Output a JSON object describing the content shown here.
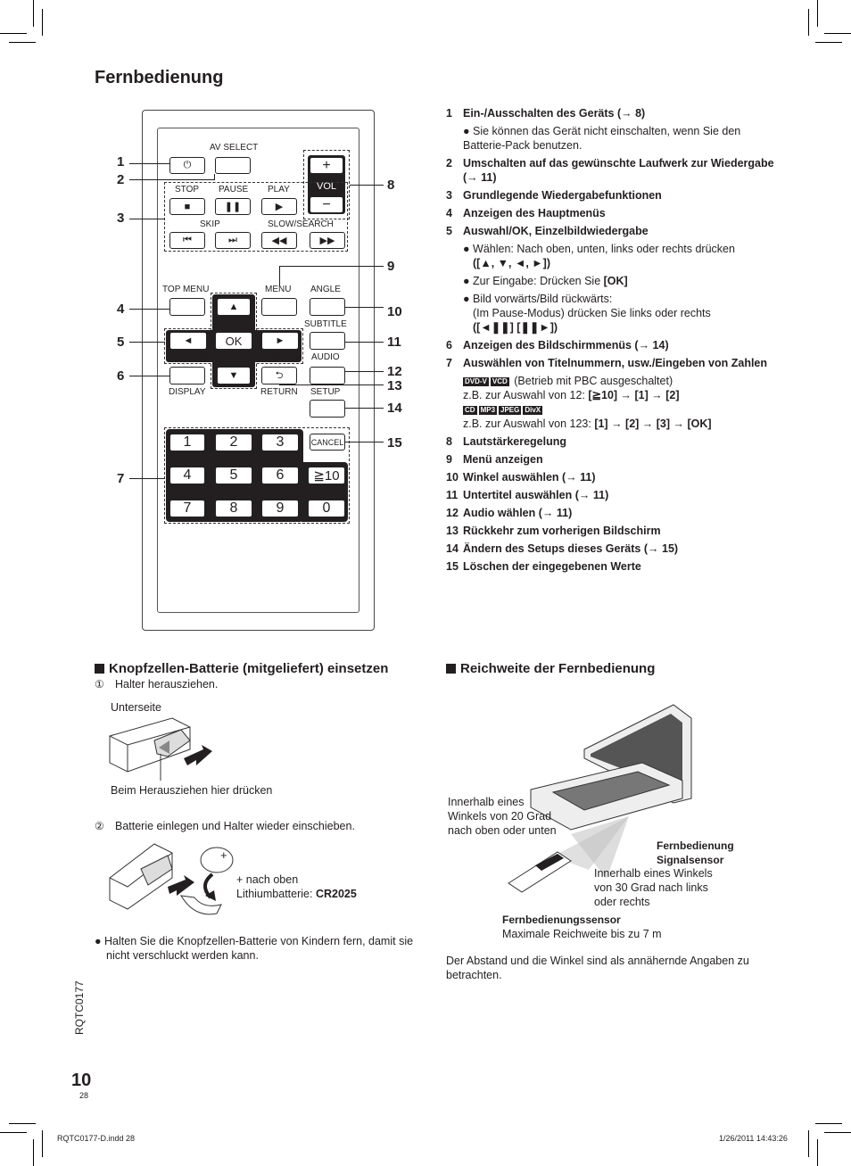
{
  "page": {
    "title": "Fernbedienung",
    "doc_code": "RQTC0177",
    "page_number": "10",
    "sub_page_number": "28",
    "footer_left": "RQTC0177-D.indd   28",
    "footer_right": "1/26/2011   14:43:26"
  },
  "remote": {
    "labels": {
      "av_select": "AV SELECT",
      "stop": "STOP",
      "pause": "PAUSE",
      "play": "PLAY",
      "skip": "SKIP",
      "slow_search": "SLOW/SEARCH",
      "top_menu": "TOP MENU",
      "menu": "MENU",
      "angle": "ANGLE",
      "subtitle": "SUBTITLE",
      "audio": "AUDIO",
      "display": "DISPLAY",
      "return": "RETURN",
      "setup": "SETUP",
      "cancel": "CANCEL",
      "vol": "VOL",
      "ok": "OK"
    },
    "digits": [
      "1",
      "2",
      "3",
      "4",
      "5",
      "6",
      "≧10",
      "7",
      "8",
      "9",
      "0"
    ],
    "callouts": [
      "1",
      "2",
      "3",
      "4",
      "5",
      "6",
      "7",
      "8",
      "9",
      "10",
      "11",
      "12",
      "13",
      "14",
      "15"
    ]
  },
  "items": [
    {
      "n": "1",
      "text": "Ein-/Ausschalten des Geräts (→ 8)",
      "sub": [
        "● Sie können das Gerät nicht einschalten, wenn Sie den Batterie-Pack benutzen."
      ]
    },
    {
      "n": "2",
      "text": "Umschalten auf das gewünschte Laufwerk zur Wiedergabe (→ 11)"
    },
    {
      "n": "3",
      "text": "Grundlegende Wiedergabefunktionen"
    },
    {
      "n": "4",
      "text": "Anzeigen des Hauptmenüs"
    },
    {
      "n": "5",
      "text": "Auswahl/OK, Einzelbildwiedergabe"
    },
    {
      "n": "6",
      "text": "Anzeigen des Bildschirmmenüs (→ 14)"
    },
    {
      "n": "7",
      "text": "Auswählen von Titelnummern, usw./Eingeben von Zahlen"
    },
    {
      "n": "8",
      "text": "Lautstärkeregelung"
    },
    {
      "n": "9",
      "text": "Menü anzeigen"
    },
    {
      "n": "10",
      "text": "Winkel auswählen (→ 11)"
    },
    {
      "n": "11",
      "text": "Untertitel auswählen (→ 11)"
    },
    {
      "n": "12",
      "text": "Audio wählen (→ 11)"
    },
    {
      "n": "13",
      "text": "Rückkehr zum vorherigen Bildschirm"
    },
    {
      "n": "14",
      "text": "Ändern des Setups dieses Geräts (→ 15)"
    },
    {
      "n": "15",
      "text": "Löschen der eingegebenen Werte"
    }
  ],
  "item5_subs": {
    "a_text": "● Wählen: Nach oben, unten, links oder rechts drücken",
    "a_keys": "([▲, ▼, ◄, ►])",
    "b_text": "● Zur Eingabe: Drücken Sie ",
    "b_key": "[OK]",
    "c_text": "● Bild vorwärts/Bild rückwärts:",
    "c_text2": "(Im Pause-Modus) drücken Sie links oder rechts",
    "c_keys": "([◄❚❚] [❚❚►])"
  },
  "item7_subs": {
    "tags1": [
      "DVD-V",
      "VCD"
    ],
    "tags1_note": "(Betrieb mit PBC ausgeschaltet)",
    "ex1_prefix": "z.B. zur Auswahl von 12: ",
    "ex1_keys": "[≧10] → [1] → [2]",
    "tags2": [
      "CD",
      "MP3",
      "JPEG",
      "DivX"
    ],
    "ex2_prefix": "z.B. zur Auswahl von 123: ",
    "ex2_keys": "[1] → [2] → [3] → [OK]"
  },
  "battery": {
    "heading": "Knopfzellen-Batterie (mitgeliefert) einsetzen",
    "step1_num": "①",
    "step1": "Halter herausziehen.",
    "underside": "Unterseite",
    "press_here": "Beim Herausziehen hier drücken",
    "step2_num": "②",
    "step2": "Batterie einlegen und Halter wieder einschieben.",
    "plus_up": "+ nach oben",
    "battery_type_prefix": "Lithiumbatterie: ",
    "battery_type": "CR2025",
    "warning": "● Halten Sie die Knopfzellen-Batterie von Kindern fern, damit sie nicht verschluckt werden kann."
  },
  "range": {
    "heading": "Reichweite der Fernbedienung",
    "angle20": "Innerhalb eines\nWinkels von 20 Grad\nnach oben oder unten",
    "signal_sensor": "Fernbedienung\nSignalsensor",
    "angle30": "Innerhalb eines Winkels\nvon 30 Grad nach links\noder rechts",
    "remote_sensor": "Fernbedienungssensor",
    "max_range": "Maximale Reichweite bis zu 7 m",
    "note": "Der Abstand und die Winkel sind als annähernde Angaben zu betrachten."
  },
  "colors": {
    "ink": "#231f20"
  }
}
